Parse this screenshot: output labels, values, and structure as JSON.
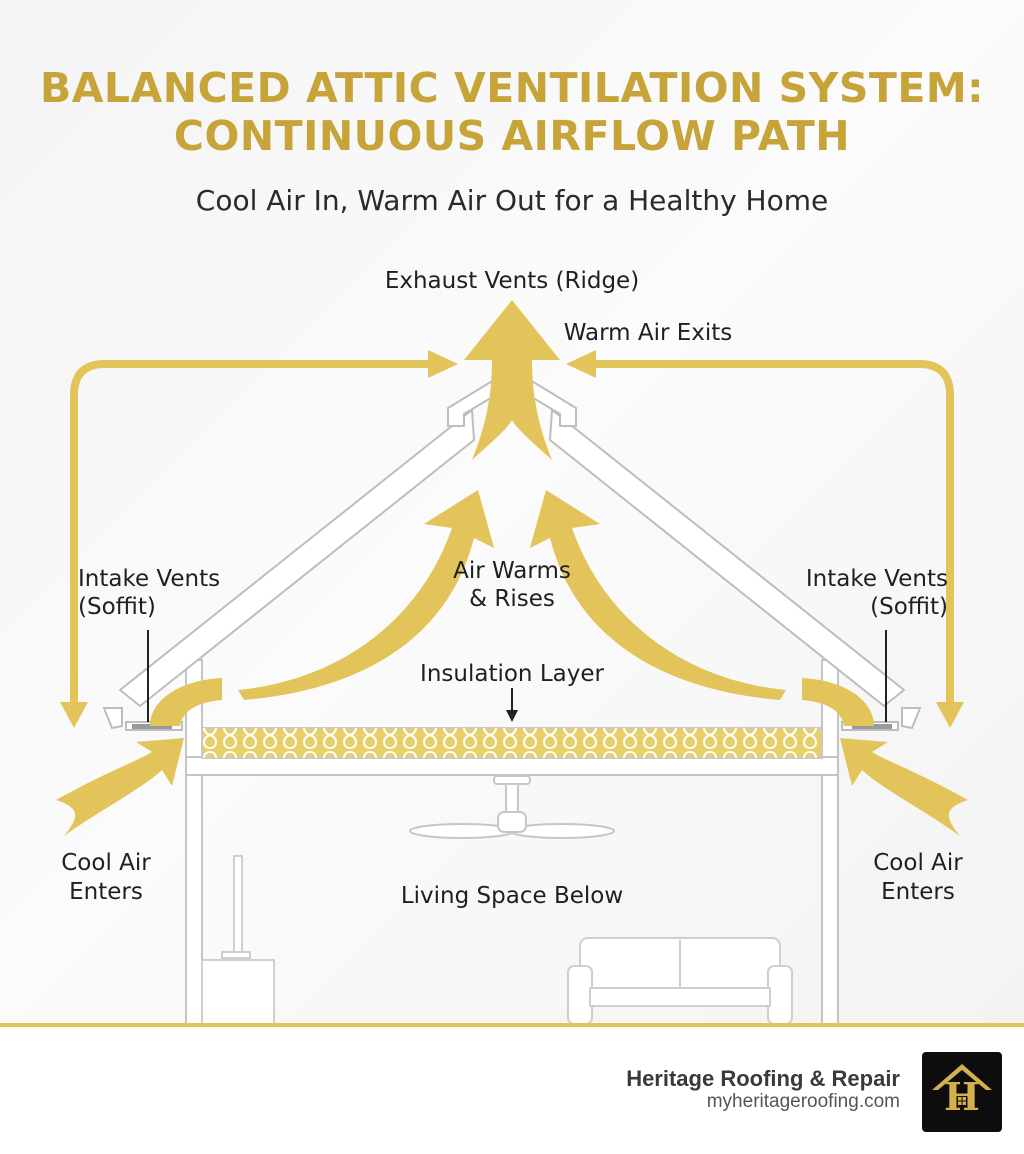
{
  "header": {
    "title_line1": "BALANCED ATTIC VENTILATION SYSTEM:",
    "title_line2": "CONTINUOUS AIRFLOW PATH",
    "subtitle": "Cool Air In, Warm Air Out for a Healthy Home"
  },
  "labels": {
    "exhaust_vents": "Exhaust Vents (Ridge)",
    "warm_air_exits": "Warm Air Exits",
    "intake_left_line1": "Intake Vents",
    "intake_left_line2": "(Soffit)",
    "intake_right_line1": "Intake Vents",
    "intake_right_line2": "(Soffit)",
    "air_warms_line1": "Air Warms",
    "air_warms_line2": "& Rises",
    "insulation": "Insulation Layer",
    "cool_left_line1": "Cool Air",
    "cool_left_line2": "Enters",
    "cool_right_line1": "Cool Air",
    "cool_right_line2": "Enters",
    "living_space": "Living Space Below"
  },
  "footer": {
    "company": "Heritage Roofing & Repair",
    "url": "myheritageroofing.com",
    "logo_letter": "H"
  },
  "colors": {
    "accent_gold": "#e3c45a",
    "title_gold": "#c7a43a",
    "structure_gray": "#bdbdbd"
  }
}
